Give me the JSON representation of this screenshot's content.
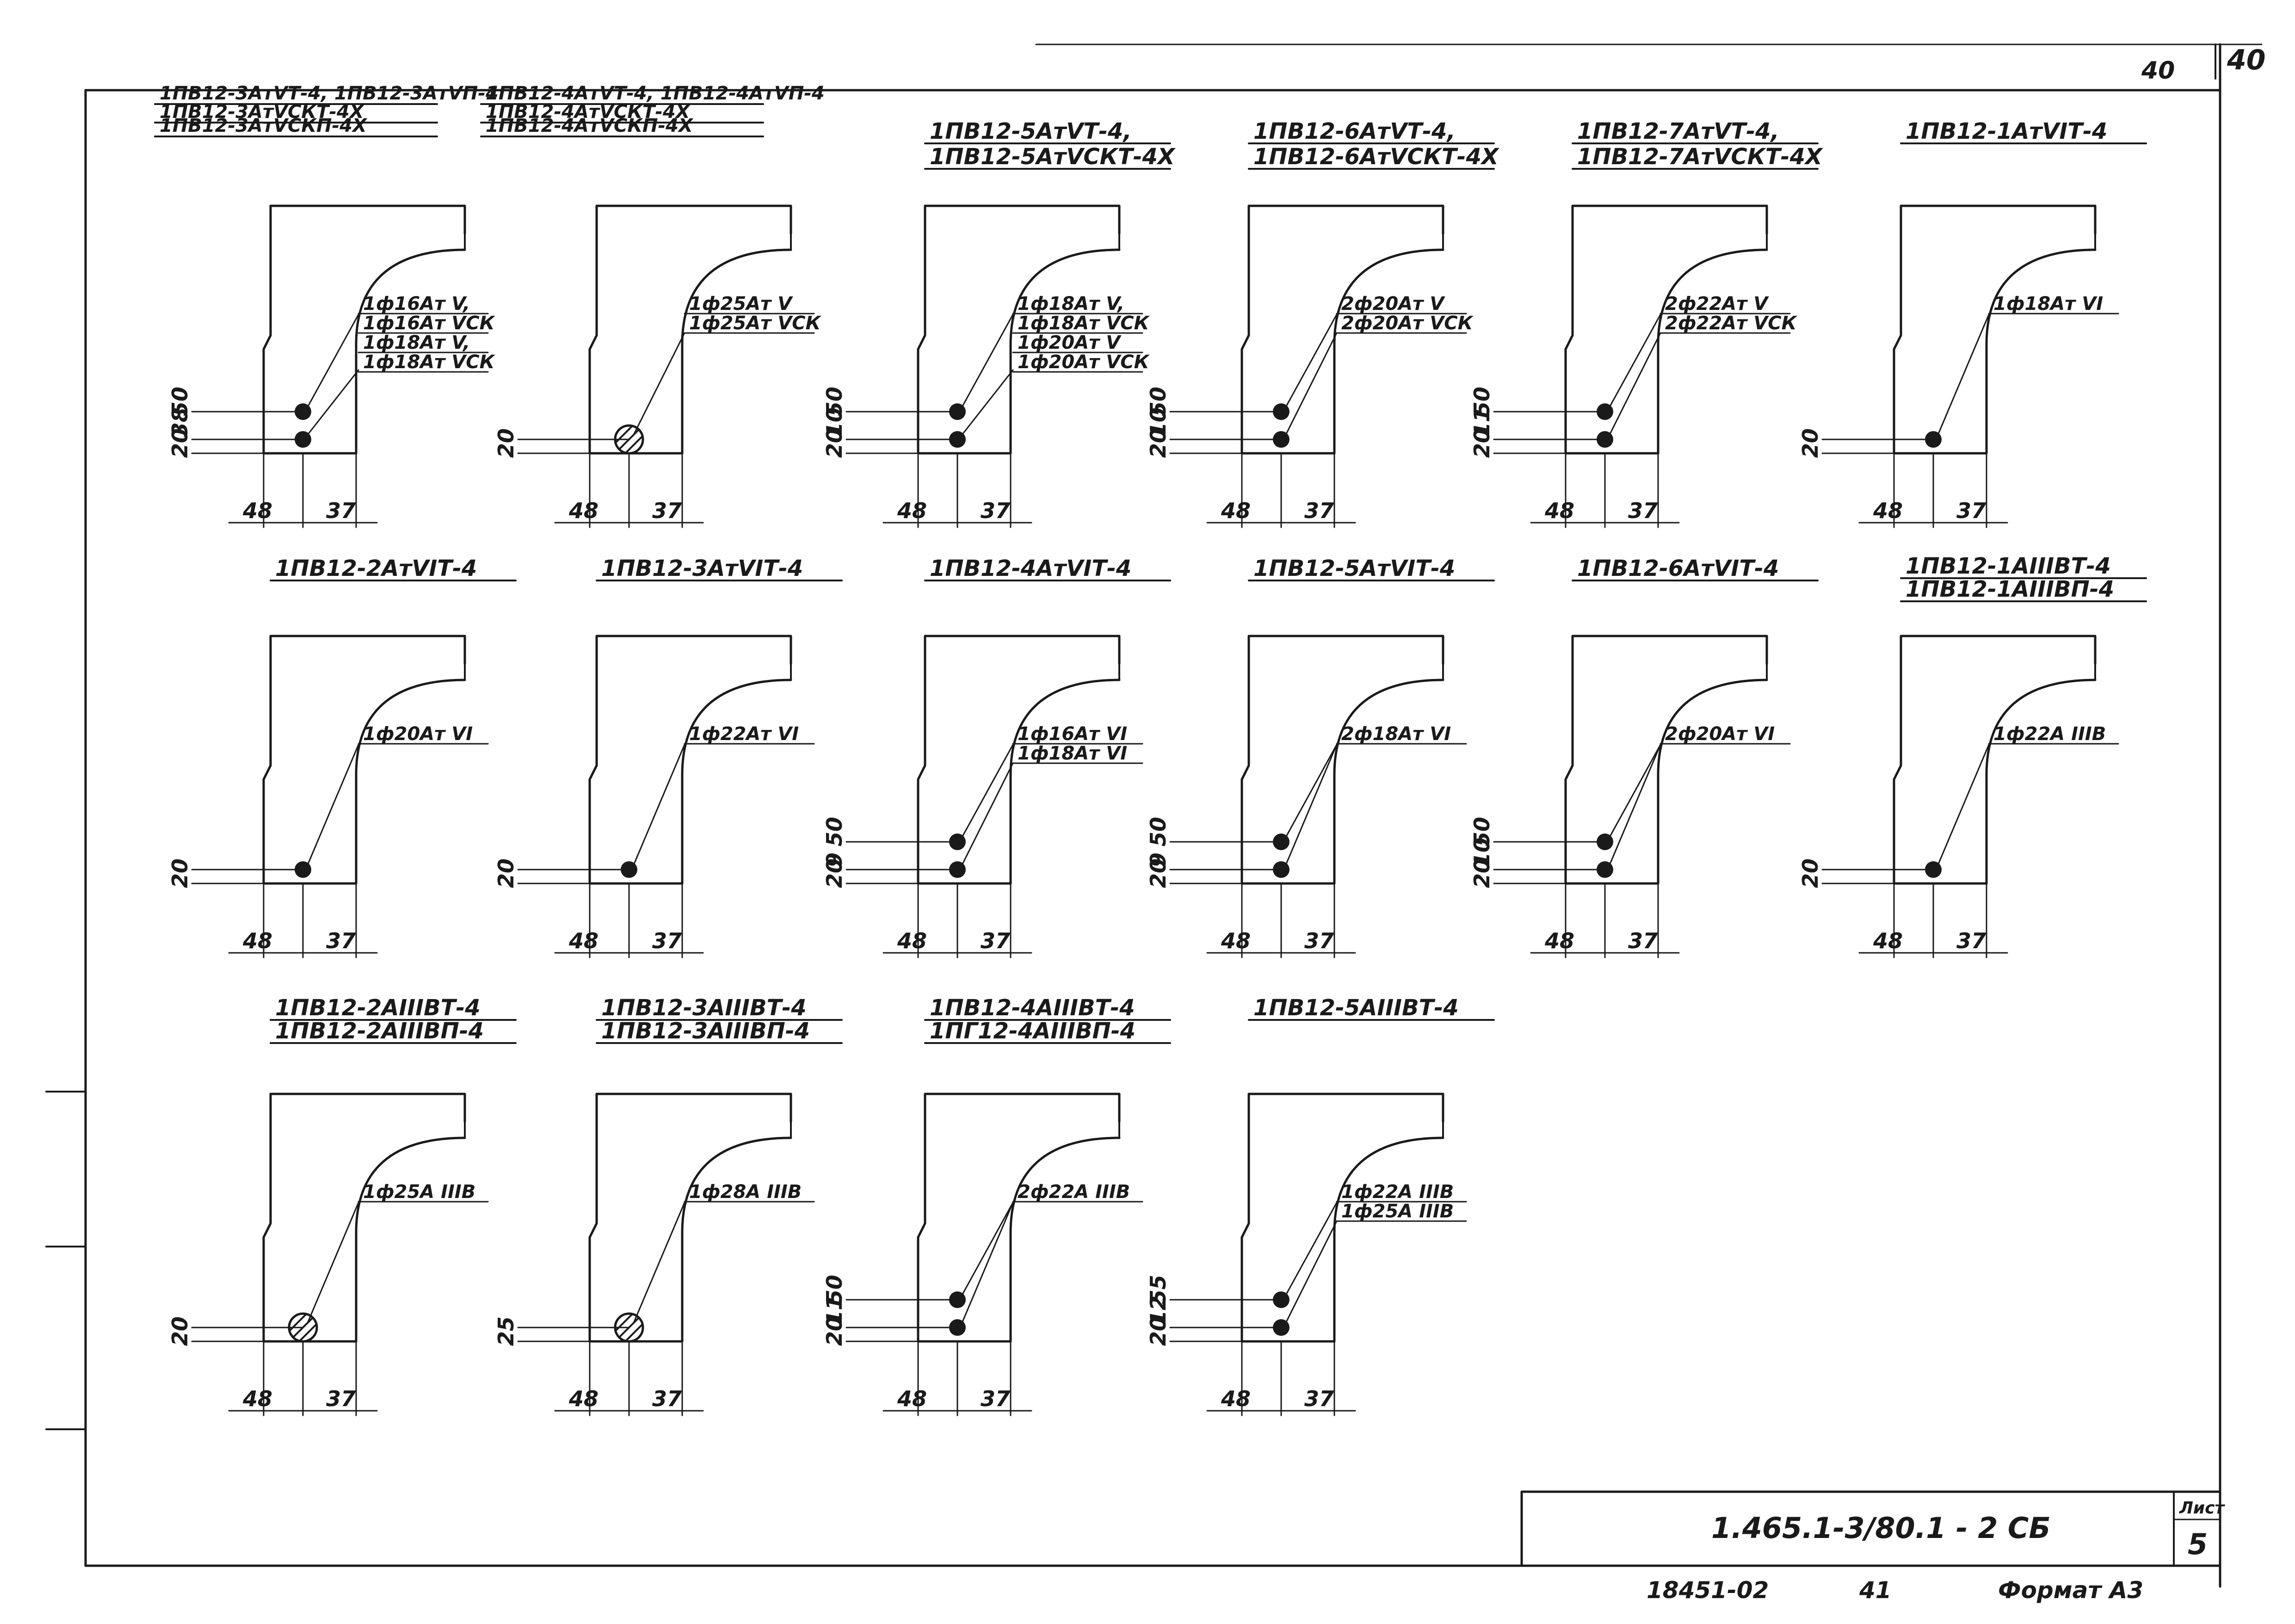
{
  "sheet": {
    "page_top_left": "40",
    "page_top_right": "40",
    "designation": "1.465.1-3/80.1 - 2 СБ",
    "sheet_label": "Лист",
    "sheet_number": "5",
    "bottom_note": "18451-02",
    "bottom_mid": "41",
    "format_label": "Формат А3"
  },
  "details": [
    {
      "titles": [
        "1ПВ12-3АтVТ-4, 1ПВ12-3АтVП-4",
        "1ПВ12-3АтVСКТ-4Х",
        "1ПВ12-3АтVСКП-4Х"
      ],
      "callouts": [
        "1ф16Ат V,",
        "1ф16Ат VСК",
        "1ф18Ат V,",
        "1ф18Ат VСК"
      ],
      "bars": 2,
      "big": false,
      "dim_left": "20",
      "dim_mid": "50",
      "dim_extra": "38",
      "dim_bottom_a": "48",
      "dim_bottom_b": "37"
    },
    {
      "titles": [
        "1ПВ12-4АтVТ-4, 1ПВ12-4АтVП-4",
        "1ПВ12-4АтVСКТ-4Х",
        "1ПВ12-4АтVСКП-4Х"
      ],
      "callouts": [
        "1ф25Ат V",
        "1ф25Ат VСК"
      ],
      "bars": 1,
      "big": true,
      "dim_left": "20",
      "dim_mid": "",
      "dim_extra": "",
      "dim_bottom_a": "48",
      "dim_bottom_b": "37"
    },
    {
      "titles": [
        "1ПВ12-5АтVТ-4,",
        "1ПВ12-5АтVСКТ-4Х"
      ],
      "callouts": [
        "1ф18Ат V,",
        "1ф18Ат VСК",
        "1ф20Ат V",
        "1ф20Ат VСК"
      ],
      "bars": 2,
      "big": false,
      "dim_left": "20",
      "dim_mid": "50",
      "dim_extra": "10",
      "dim_bottom_a": "48",
      "dim_bottom_b": "37"
    },
    {
      "titles": [
        "1ПВ12-6АтVТ-4,",
        "1ПВ12-6АтVСКТ-4Х"
      ],
      "callouts": [
        "2ф20Ат V",
        "2ф20Ат VСК"
      ],
      "bars": 2,
      "big": false,
      "dim_left": "20",
      "dim_mid": "50",
      "dim_extra": "10",
      "dim_bottom_a": "48",
      "dim_bottom_b": "37"
    },
    {
      "titles": [
        "1ПВ12-7АтVТ-4,",
        "1ПВ12-7АтVСКТ-4Х"
      ],
      "callouts": [
        "2ф22Ат V",
        "2ф22Ат VСК"
      ],
      "bars": 2,
      "big": false,
      "dim_left": "20",
      "dim_mid": "50",
      "dim_extra": "11",
      "dim_bottom_a": "48",
      "dim_bottom_b": "37"
    },
    {
      "titles": [
        "1ПВ12-1АтVIТ-4"
      ],
      "callouts": [
        "1ф18Ат VI"
      ],
      "bars": 1,
      "big": false,
      "dim_left": "20",
      "dim_mid": "",
      "dim_extra": "",
      "dim_bottom_a": "48",
      "dim_bottom_b": "37"
    },
    {
      "titles": [
        "1ПВ12-2АтVIТ-4"
      ],
      "callouts": [
        "1ф20Ат VI"
      ],
      "bars": 1,
      "big": false,
      "dim_left": "20",
      "dim_mid": "",
      "dim_extra": "",
      "dim_bottom_a": "48",
      "dim_bottom_b": "37"
    },
    {
      "titles": [
        "1ПВ12-3АтVIТ-4"
      ],
      "callouts": [
        "1ф22Ат VI"
      ],
      "bars": 1,
      "big": false,
      "dim_left": "20",
      "dim_mid": "",
      "dim_extra": "",
      "dim_bottom_a": "48",
      "dim_bottom_b": "37"
    },
    {
      "titles": [
        "1ПВ12-4АтVIТ-4"
      ],
      "callouts": [
        "1ф16Ат VI",
        "1ф18Ат VI"
      ],
      "bars": 2,
      "big": false,
      "dim_left": "20",
      "dim_mid": "50",
      "dim_extra": "9",
      "dim_bottom_a": "48",
      "dim_bottom_b": "37"
    },
    {
      "titles": [
        "1ПВ12-5АтVIТ-4"
      ],
      "callouts": [
        "2ф18Ат VI"
      ],
      "bars": 2,
      "big": false,
      "dim_left": "20",
      "dim_mid": "50",
      "dim_extra": "9",
      "dim_bottom_a": "48",
      "dim_bottom_b": "37"
    },
    {
      "titles": [
        "1ПВ12-6АтVIТ-4"
      ],
      "callouts": [
        "2ф20Ат VI"
      ],
      "bars": 2,
      "big": false,
      "dim_left": "20",
      "dim_mid": "50",
      "dim_extra": "10",
      "dim_bottom_a": "48",
      "dim_bottom_b": "37"
    },
    {
      "titles": [
        "1ПВ12-1АIIIВТ-4",
        "1ПВ12-1АIIIВП-4"
      ],
      "callouts": [
        "1ф22А IIIВ"
      ],
      "bars": 1,
      "big": false,
      "dim_left": "20",
      "dim_mid": "",
      "dim_extra": "",
      "dim_bottom_a": "48",
      "dim_bottom_b": "37"
    },
    {
      "titles": [
        "1ПВ12-2АIIIВТ-4",
        "1ПВ12-2АIIIВП-4"
      ],
      "callouts": [
        "1ф25А IIIВ"
      ],
      "bars": 1,
      "big": true,
      "dim_left": "20",
      "dim_mid": "",
      "dim_extra": "",
      "dim_bottom_a": "48",
      "dim_bottom_b": "37"
    },
    {
      "titles": [
        "1ПВ12-3АIIIВТ-4",
        "1ПВ12-3АIIIВП-4"
      ],
      "callouts": [
        "1ф28А IIIВ"
      ],
      "bars": 1,
      "big": true,
      "dim_left": "25",
      "dim_mid": "",
      "dim_extra": "",
      "dim_bottom_a": "48",
      "dim_bottom_b": "37"
    },
    {
      "titles": [
        "1ПВ12-4АIIIВТ-4",
        "1ПГ12-4АIIIВП-4"
      ],
      "callouts": [
        "2ф22А IIIВ"
      ],
      "bars": 2,
      "big": false,
      "dim_left": "20",
      "dim_mid": "50",
      "dim_extra": "11",
      "dim_bottom_a": "48",
      "dim_bottom_b": "37"
    },
    {
      "titles": [
        "1ПВ12-5АIIIВТ-4"
      ],
      "callouts": [
        "1ф22А IIIВ",
        "1ф25А IIIВ"
      ],
      "bars": 2,
      "big": false,
      "dim_left": "20",
      "dim_mid": "55",
      "dim_extra": "12",
      "dim_bottom_a": "48",
      "dim_bottom_b": "37"
    }
  ]
}
